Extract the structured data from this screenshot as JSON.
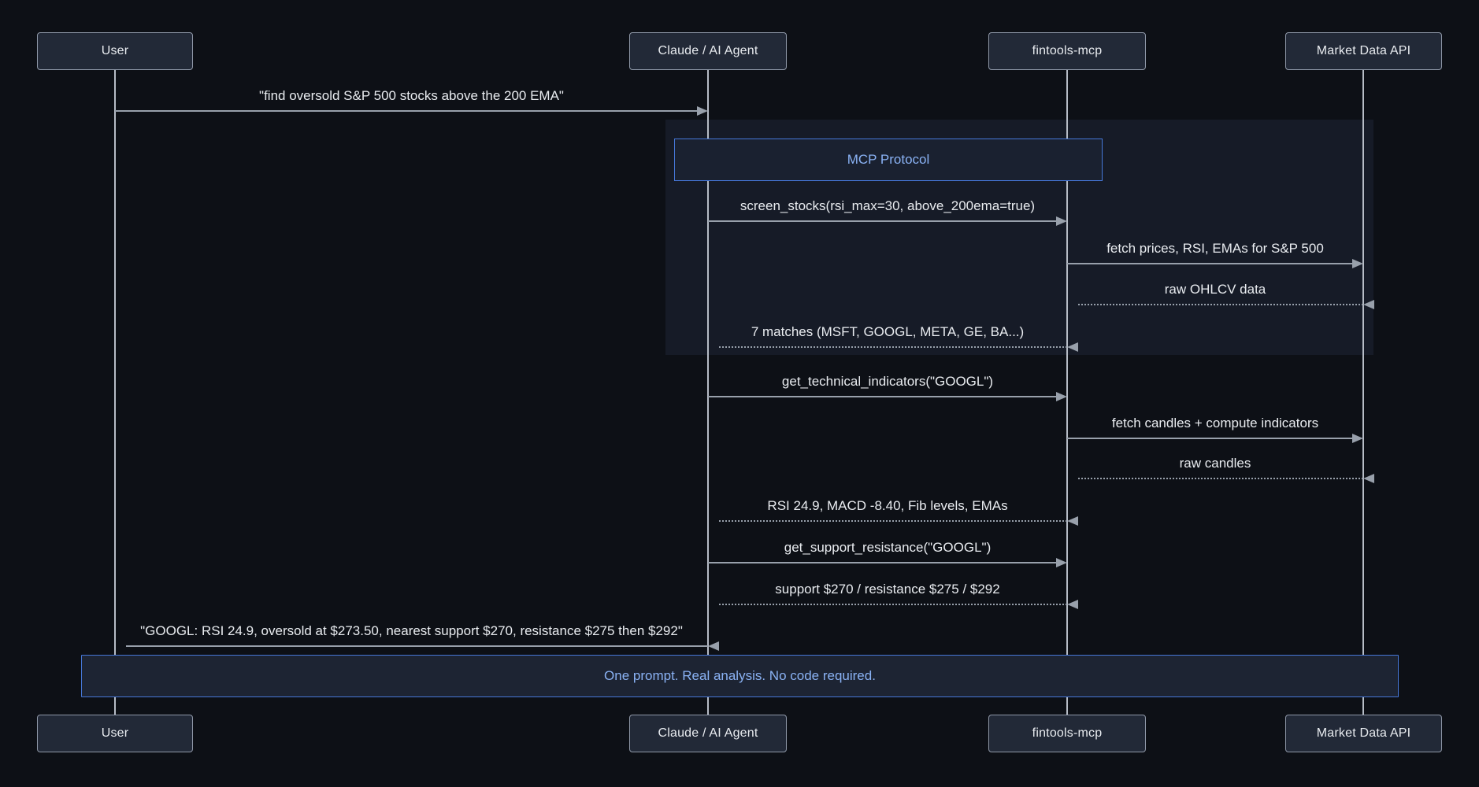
{
  "diagram": {
    "actors": [
      {
        "name": "User"
      },
      {
        "name": "Claude / AI Agent"
      },
      {
        "name": "fintools-mcp"
      },
      {
        "name": "Market Data API"
      }
    ],
    "messages": [
      {
        "from": 0,
        "to": 1,
        "style": "solid",
        "label": "\"find oversold S&P 500 stocks above the 200 EMA\""
      },
      {
        "from": 1,
        "to": 2,
        "style": "solid",
        "label": "screen_stocks(rsi_max=30, above_200ema=true)"
      },
      {
        "from": 2,
        "to": 3,
        "style": "solid",
        "label": "fetch prices, RSI, EMAs for S&P 500"
      },
      {
        "from": 3,
        "to": 2,
        "style": "dashed",
        "label": "raw OHLCV data"
      },
      {
        "from": 2,
        "to": 1,
        "style": "dashed",
        "label": "7 matches (MSFT, GOOGL, META, GE, BA...)"
      },
      {
        "from": 1,
        "to": 2,
        "style": "solid",
        "label": "get_technical_indicators(\"GOOGL\")"
      },
      {
        "from": 2,
        "to": 3,
        "style": "solid",
        "label": "fetch candles + compute indicators"
      },
      {
        "from": 3,
        "to": 2,
        "style": "dashed",
        "label": "raw candles"
      },
      {
        "from": 2,
        "to": 1,
        "style": "dashed",
        "label": "RSI 24.9, MACD -8.40, Fib levels, EMAs"
      },
      {
        "from": 1,
        "to": 2,
        "style": "solid",
        "label": "get_support_resistance(\"GOOGL\")"
      },
      {
        "from": 2,
        "to": 1,
        "style": "dashed",
        "label": "support $270 / resistance $275 / $292"
      },
      {
        "from": 1,
        "to": 0,
        "style": "solid",
        "label": "\"GOOGL: RSI 24.9, oversold at $273.50, nearest support $270, resistance $275 then $292\""
      }
    ],
    "mcp_region_label": "MCP Protocol",
    "note": "One prompt. Real analysis. No code required."
  },
  "colors": {
    "background": "#0d1016",
    "actor_fill": "#222937",
    "actor_border": "#8f98a8",
    "lifeline": "#b6bcc6",
    "arrow": "#98a0ab",
    "text": "#e9ecf0",
    "accent_blue_border": "#4677d8",
    "accent_blue_text": "#8ab2f4",
    "mcp_region_fill": "#161b27",
    "mcp_box_fill": "#1a2130",
    "note_fill": "#1d2433"
  }
}
